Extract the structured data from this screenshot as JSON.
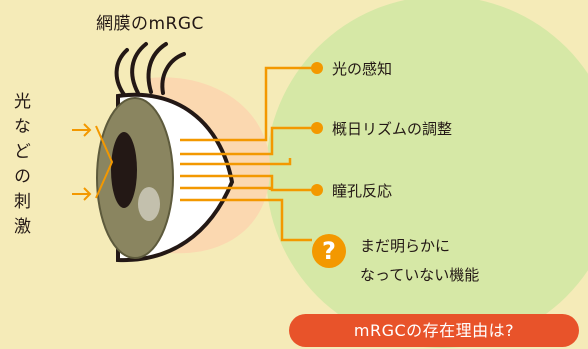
{
  "title": "網膜のmRGC",
  "stimulus_label": "光などの刺激",
  "functions": [
    {
      "label": "光の感知"
    },
    {
      "label": "概日リズムの調整"
    },
    {
      "label": "瞳孔反応"
    },
    {
      "label_line1": "まだ明らかに",
      "label_line2": "なっていない機能"
    }
  ],
  "question_mark": "?",
  "question_pill": "mRGCの存在理由は?",
  "colors": {
    "background": "#f5ebb8",
    "green_circle": "#d6e8a6",
    "accent_orange": "#f39800",
    "pill_red": "#e8532a",
    "iris": "#8a8560",
    "pupil": "#231815"
  }
}
